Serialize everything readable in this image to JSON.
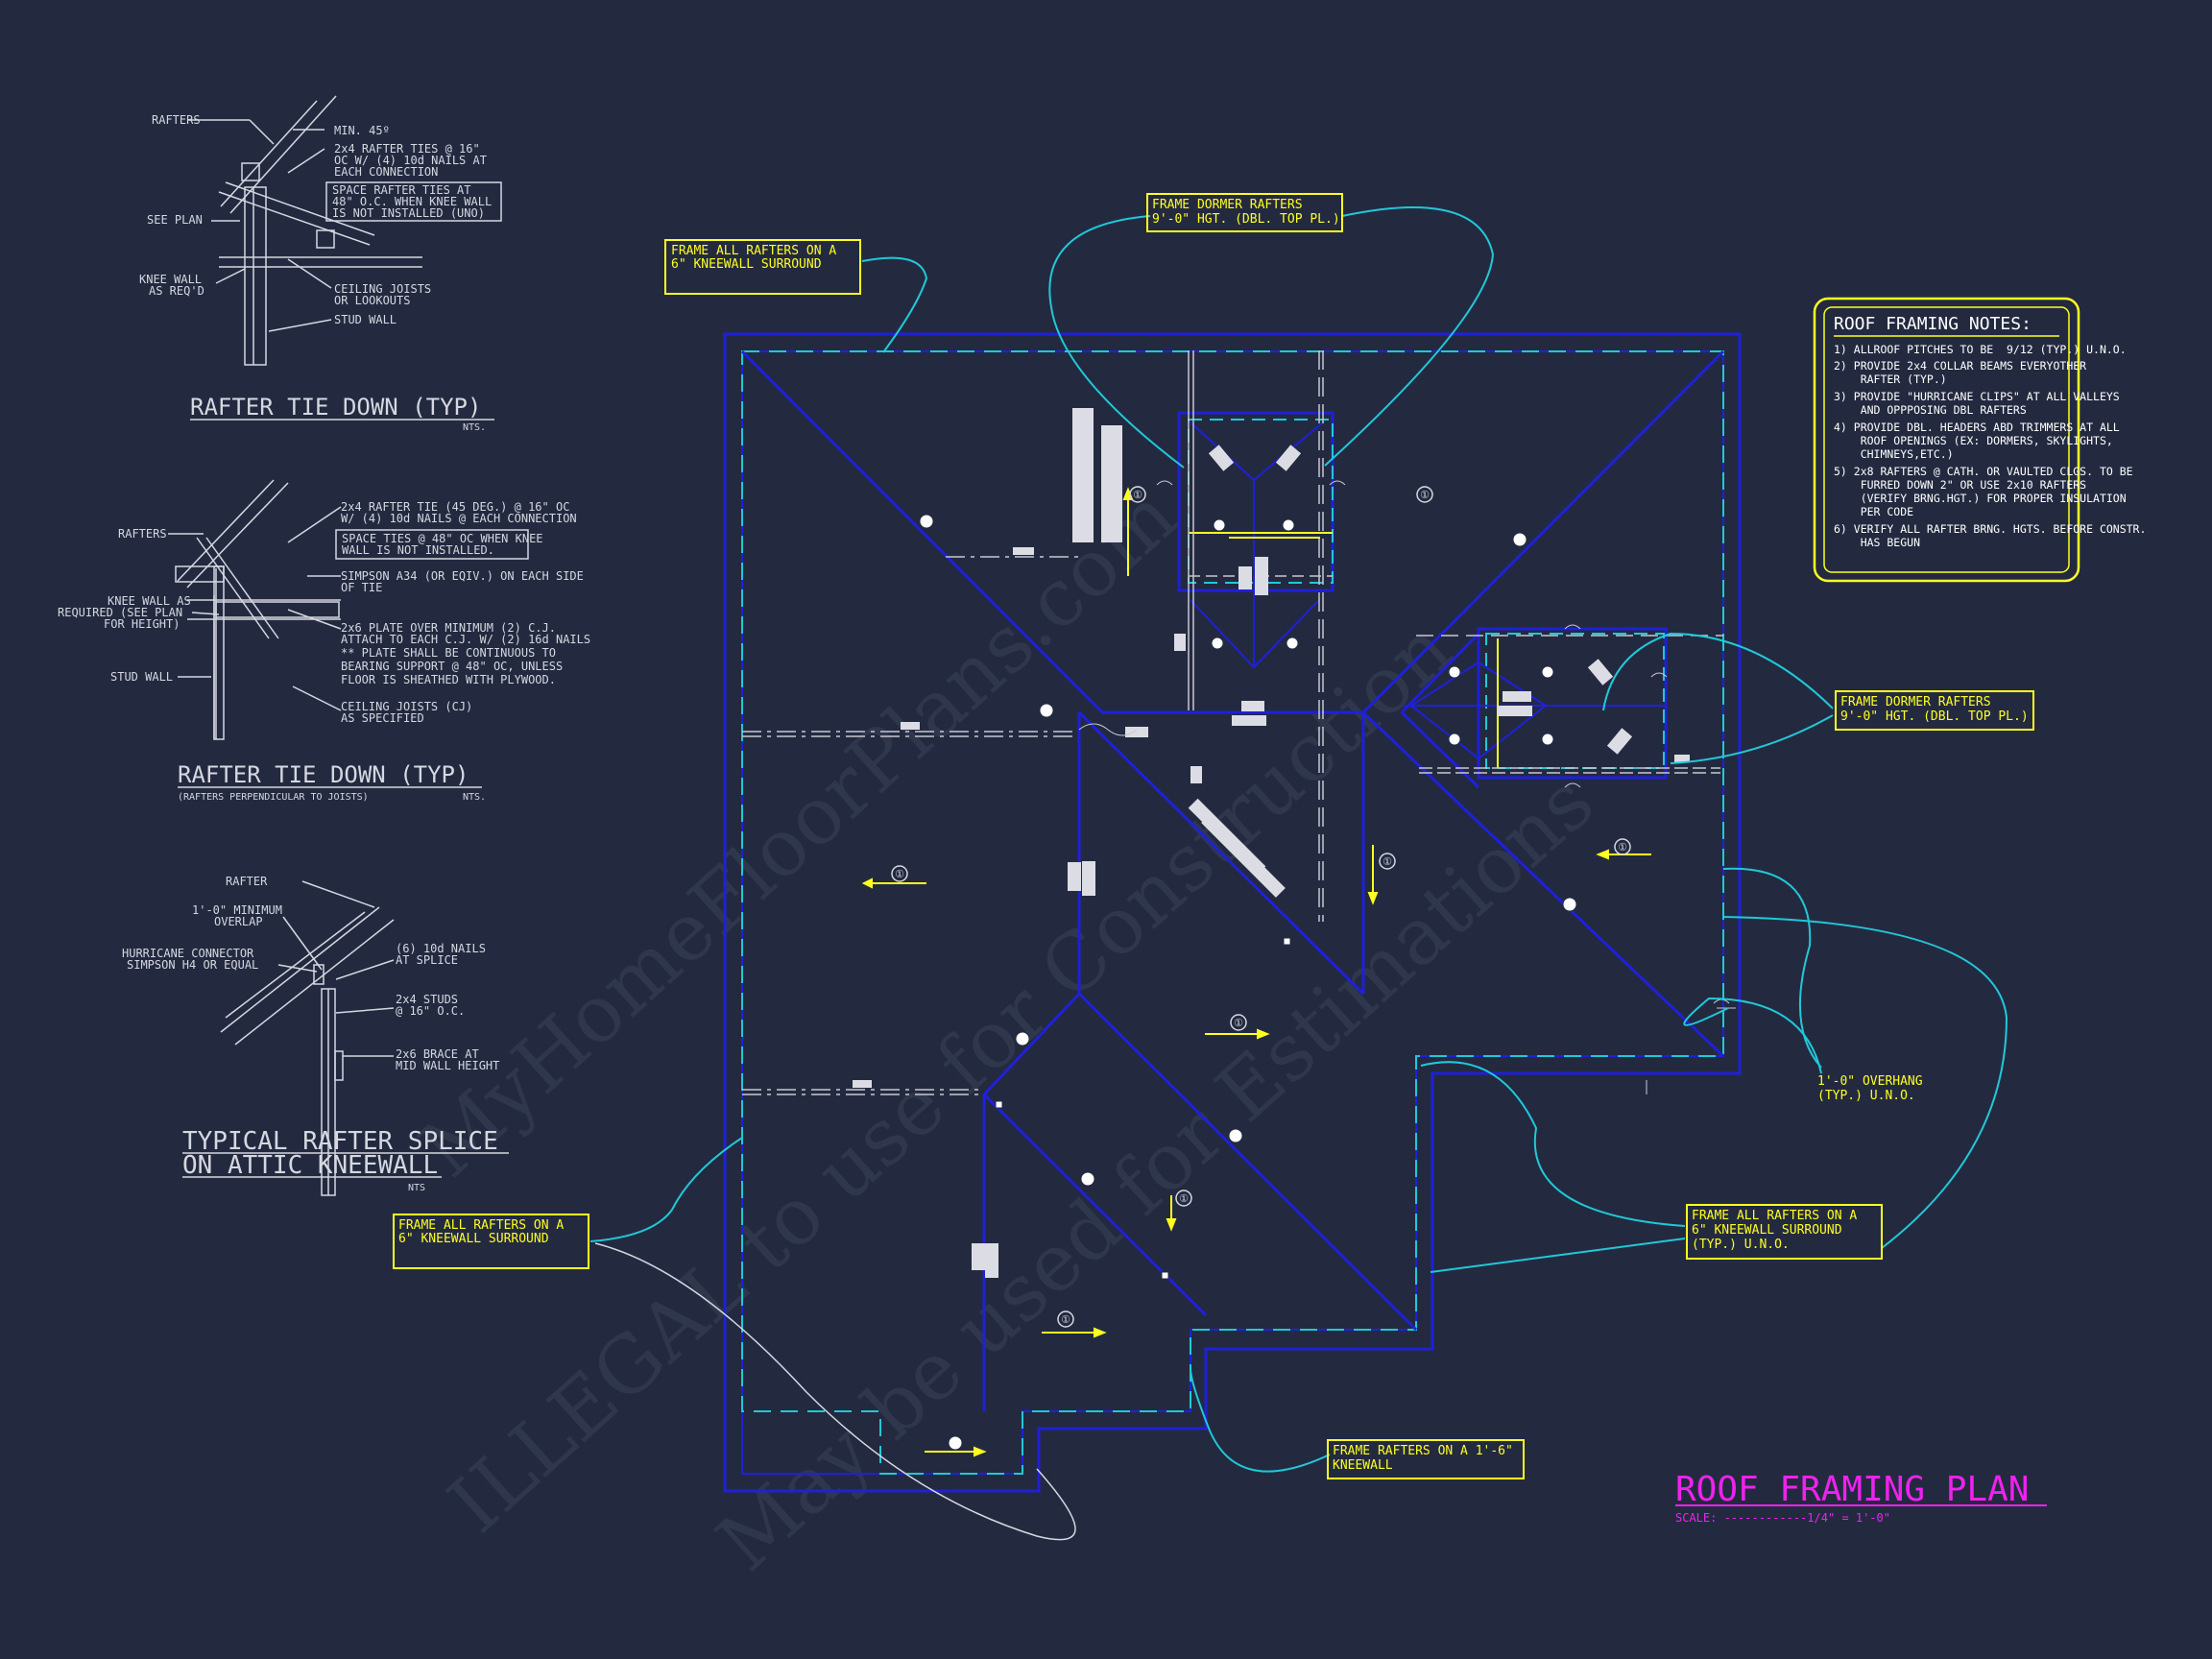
{
  "watermark": {
    "line1": "MyHomeFloorPlans.com",
    "line2": "ILLEGAL to use for Construction",
    "line3": "May be used for Estimations"
  },
  "detail1": {
    "title": "RAFTER TIE DOWN (TYP)",
    "scale": "NTS.",
    "labels": {
      "rafters": "RAFTERS",
      "min45": "MIN. 45º",
      "ties": [
        "2x4 RAFTER TIES @ 16\"",
        "OC W/ (4) 10d NAILS AT",
        "EACH CONNECTION"
      ],
      "space": [
        "SPACE RAFTER TIES AT",
        "48\" O.C. WHEN KNEE WALL",
        "IS NOT INSTALLED (UNO)"
      ],
      "seeplan": "SEE PLAN",
      "knee": [
        "KNEE WALL",
        "AS REQ'D"
      ],
      "ceiling": [
        "CEILING JOISTS",
        "OR LOOKOUTS"
      ],
      "stud": "STUD WALL"
    }
  },
  "detail2": {
    "title": "RAFTER TIE DOWN (TYP)",
    "subtitle": "(RAFTERS PERPENDICULAR TO JOISTS)",
    "scale": "NTS.",
    "labels": {
      "rafters": "RAFTERS",
      "tie": [
        "2x4 RAFTER TIE (45 DEG.) @ 16\" OC",
        "W/ (4) 10d NAILS @ EACH CONNECTION"
      ],
      "space": [
        "SPACE TIES @ 48\" OC WHEN KNEE",
        "WALL IS NOT INSTALLED."
      ],
      "simpson": [
        "SIMPSON A34 (OR EQIV.) ON EACH SIDE",
        "OF TIE"
      ],
      "knee": [
        "KNEE WALL AS",
        "REQUIRED (SEE PLAN",
        "FOR HEIGHT)"
      ],
      "plate": [
        "2x6 PLATE OVER MINIMUM (2) C.J.",
        "ATTACH TO EACH C.J. W/ (2) 16d NAILS",
        "** PLATE SHALL BE CONTINUOUS TO",
        "BEARING SUPPORT @ 48\" OC, UNLESS",
        "FLOOR IS SHEATHED WITH PLYWOOD."
      ],
      "stud": "STUD WALL",
      "ceiling": [
        "CEILING JOISTS (CJ)",
        "AS SPECIFIED"
      ]
    }
  },
  "detail3": {
    "title": [
      "TYPICAL RAFTER SPLICE",
      "ON ATTIC KNEEWALL"
    ],
    "scale": "NTS",
    "labels": {
      "rafter": "RAFTER",
      "overlap": [
        "1'-0\" MINIMUM",
        "OVERLAP"
      ],
      "hurricane": [
        "HURRICANE CONNECTOR",
        "SIMPSON H4 OR EQUAL"
      ],
      "nails": [
        "(6) 10d NAILS",
        "AT SPLICE"
      ],
      "studs": [
        "2x4 STUDS",
        "@ 16\" O.C."
      ],
      "brace": [
        "2x6 BRACE AT",
        "MID WALL HEIGHT"
      ]
    }
  },
  "callouts": {
    "kneewall_top": [
      "FRAME ALL RAFTERS ON A",
      "6\" KNEEWALL SURROUND"
    ],
    "dormer_top": [
      "FRAME DORMER RAFTERS",
      "9'-0\" HGT. (DBL. TOP PL.)"
    ],
    "dormer_right": [
      "FRAME DORMER RAFTERS",
      "9'-0\" HGT. (DBL. TOP PL.)"
    ],
    "overhang": [
      "1'-0\" OVERHANG",
      "(TYP.) U.N.O."
    ],
    "kneewall_right": [
      "FRAME ALL RAFTERS ON A",
      "6\" KNEEWALL SURROUND",
      "(TYP.) U.N.O."
    ],
    "kneewall_left": [
      "FRAME ALL RAFTERS ON A",
      "6\" KNEEWALL SURROUND"
    ],
    "kneewall_bottom": [
      "FRAME RAFTERS ON A 1'-6\"",
      "KNEEWALL"
    ]
  },
  "notes": {
    "title": "ROOF FRAMING NOTES:",
    "lines": [
      "1) ALLROOF PITCHES TO BE  9/12 (TYP.) U.N.O.",
      "2) PROVIDE 2x4 COLLAR BEAMS EVERYOTHER",
      "    RAFTER (TYP.)",
      "3) PROVIDE \"HURRICANE CLIPS\" AT ALL VALLEYS",
      "    AND OPPPOSING DBL RAFTERS",
      "4) PROVIDE DBL. HEADERS ABD TRIMMERS AT ALL",
      "    ROOF OPENINGS (EX: DORMERS, SKYLIGHTS,",
      "    CHIMNEYS,ETC.)",
      "5) 2x8 RAFTERS @ CATH. OR VAULTED CLGS. TO BE",
      "    FURRED DOWN 2\" OR USE 2x10 RAFTERS",
      "    (VERIFY BRNG.HGT.) FOR PROPER INSULATION",
      "    PER CODE",
      "6) VERIFY ALL RAFTER BRNG. HGTS. BEFORE CONSTR.",
      "    HAS BEGUN"
    ]
  },
  "plan": {
    "title": "ROOF FRAMING PLAN",
    "scale": "SCALE: ------------1/4\" = 1'-0\"",
    "pitch_mark": "①"
  }
}
